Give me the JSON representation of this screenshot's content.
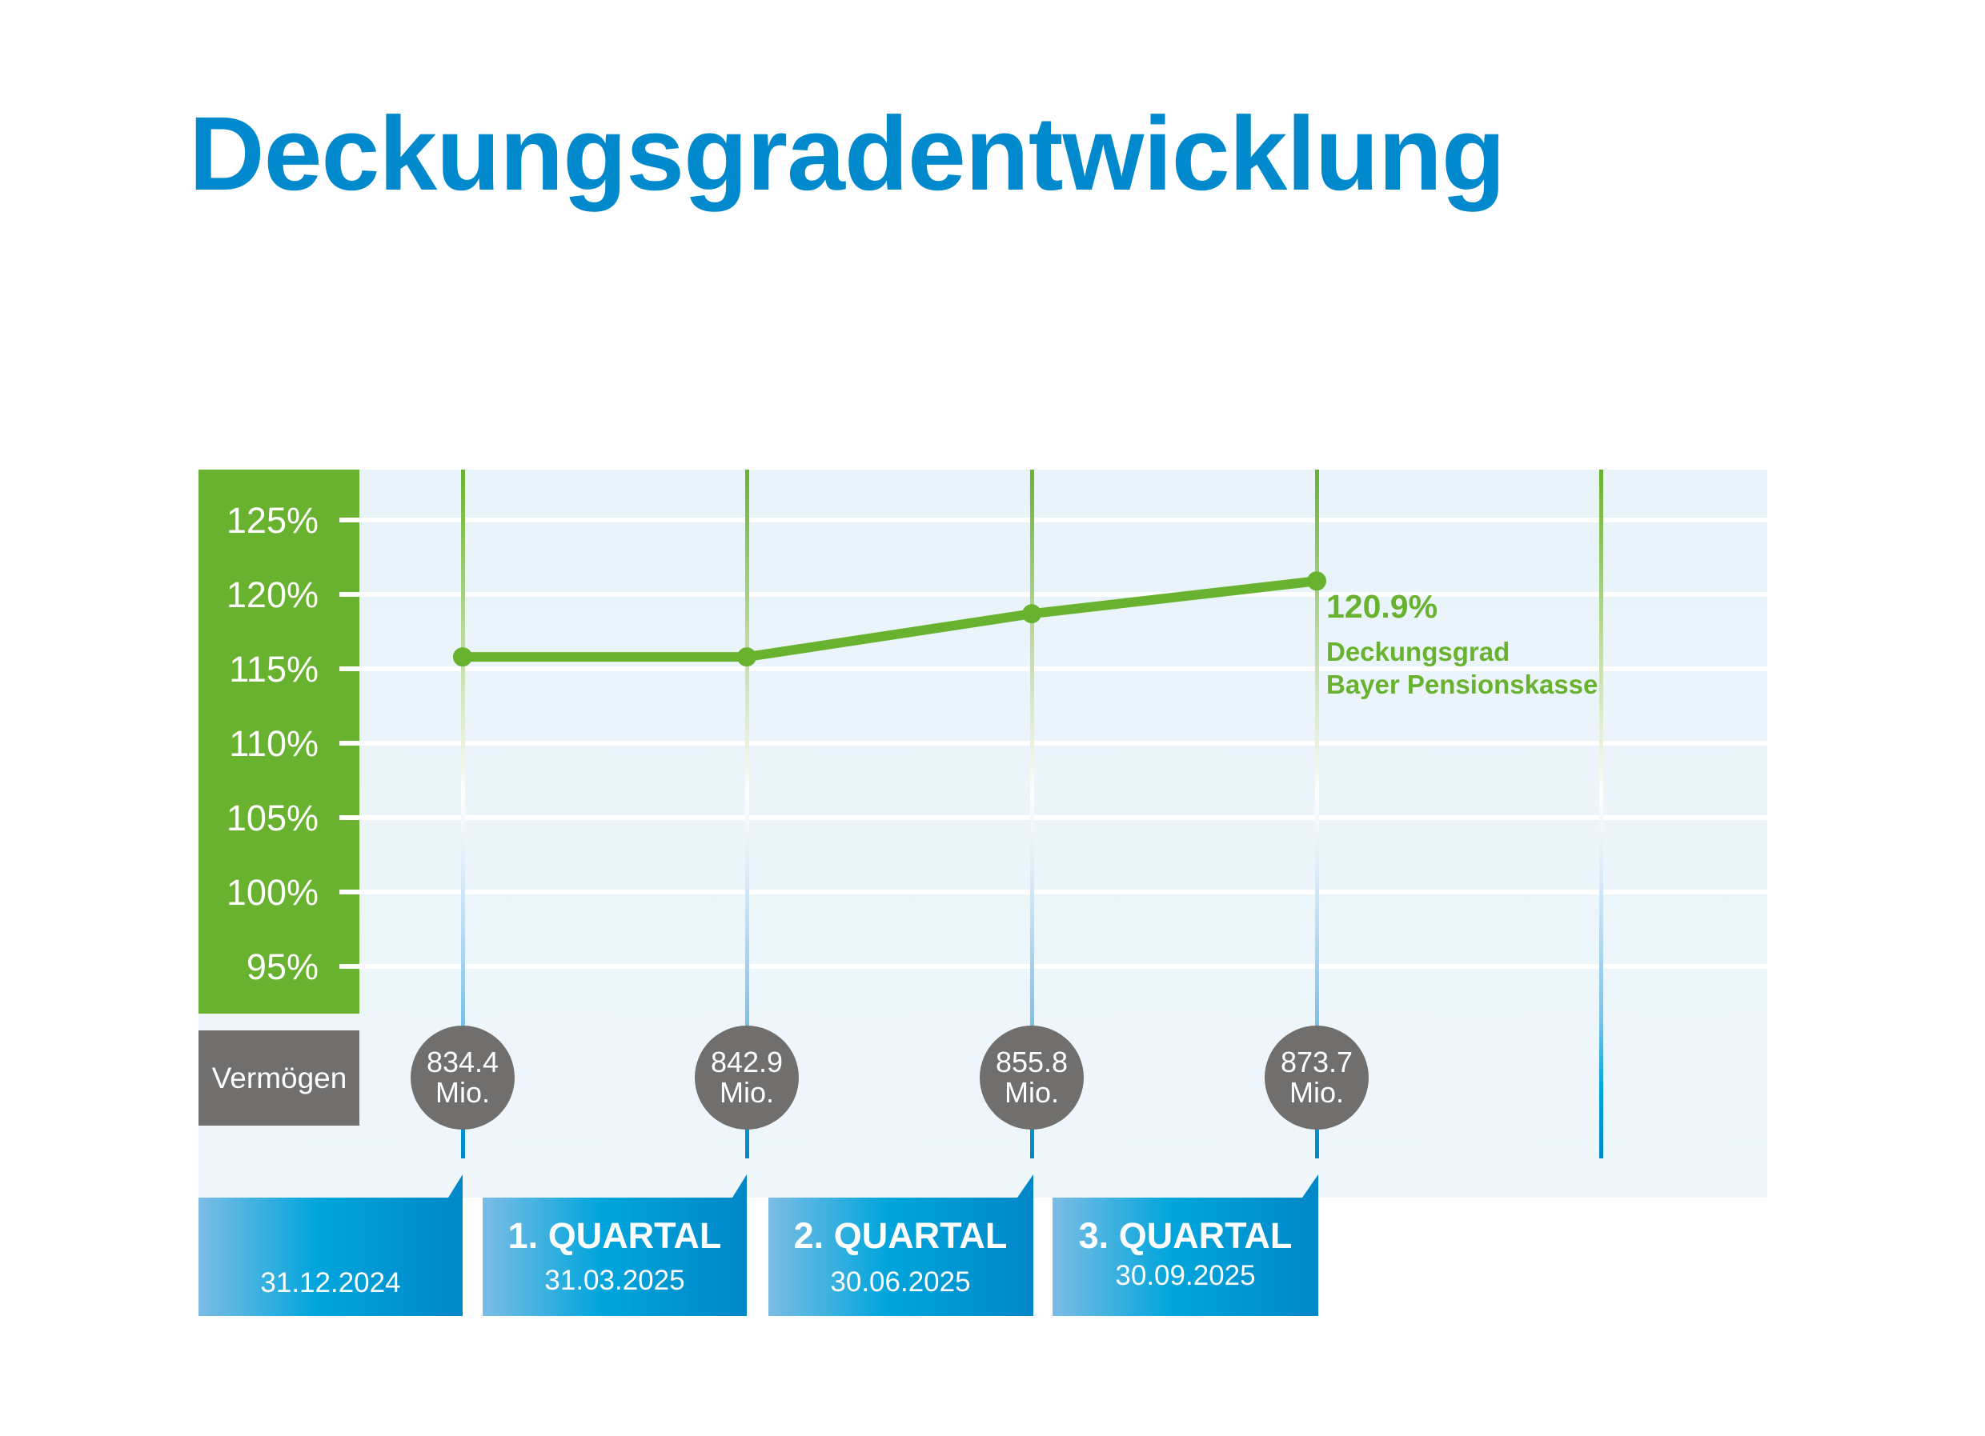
{
  "title": "Deckungsgradentwicklung",
  "colors": {
    "title": "#0089cc",
    "green": "#69b22f",
    "gray": "#706f6e",
    "blue_dark": "#0087c8",
    "blue_mid": "#00a5dc",
    "blue_light": "#7bbde5",
    "chart_bg_top": "#e8f3fa",
    "chart_bg_bottom": "#eff7fb"
  },
  "y_axis": {
    "ticks": [
      "125%",
      "120%",
      "115%",
      "110%",
      "105%",
      "100%",
      "95%"
    ]
  },
  "assets": {
    "label": "Vermögen",
    "items": [
      {
        "value": "834.4",
        "unit": "Mio."
      },
      {
        "value": "842.9",
        "unit": "Mio."
      },
      {
        "value": "855.8",
        "unit": "Mio."
      },
      {
        "value": "873.7",
        "unit": "Mio."
      }
    ]
  },
  "annotation": {
    "value": "120.9%",
    "line1": "Deckungsgrad",
    "line2": "Bayer Pensionskasse"
  },
  "periods": [
    {
      "title": "",
      "date": "31.12.2024"
    },
    {
      "title": "1. QUARTAL",
      "date": "31.03.2025"
    },
    {
      "title": "2. QUARTAL",
      "date": "30.06.2025"
    },
    {
      "title": "3. QUARTAL",
      "date": "30.09.2025"
    }
  ],
  "chart_data": {
    "type": "line",
    "title": "Deckungsgradentwicklung",
    "xlabel": "",
    "ylabel": "Deckungsgrad",
    "categories": [
      "31.12.2024",
      "1. Quartal 31.03.2025",
      "2. Quartal 30.06.2025",
      "3. Quartal 30.09.2025"
    ],
    "series": [
      {
        "name": "Deckungsgrad Bayer Pensionskasse",
        "values": [
          115.8,
          115.8,
          118.7,
          120.9
        ],
        "unit": "%"
      }
    ],
    "secondary": {
      "name": "Vermögen",
      "values": [
        834.4,
        842.9,
        855.8,
        873.7
      ],
      "unit": "Mio."
    },
    "annotations": [
      {
        "x": "3. Quartal 30.09.2025",
        "text": "120.9% Deckungsgrad Bayer Pensionskasse"
      }
    ],
    "y_ticks": [
      125,
      120,
      115,
      110,
      105,
      100,
      95
    ],
    "ylim": [
      92,
      128
    ],
    "grid": true,
    "legend": "none"
  }
}
